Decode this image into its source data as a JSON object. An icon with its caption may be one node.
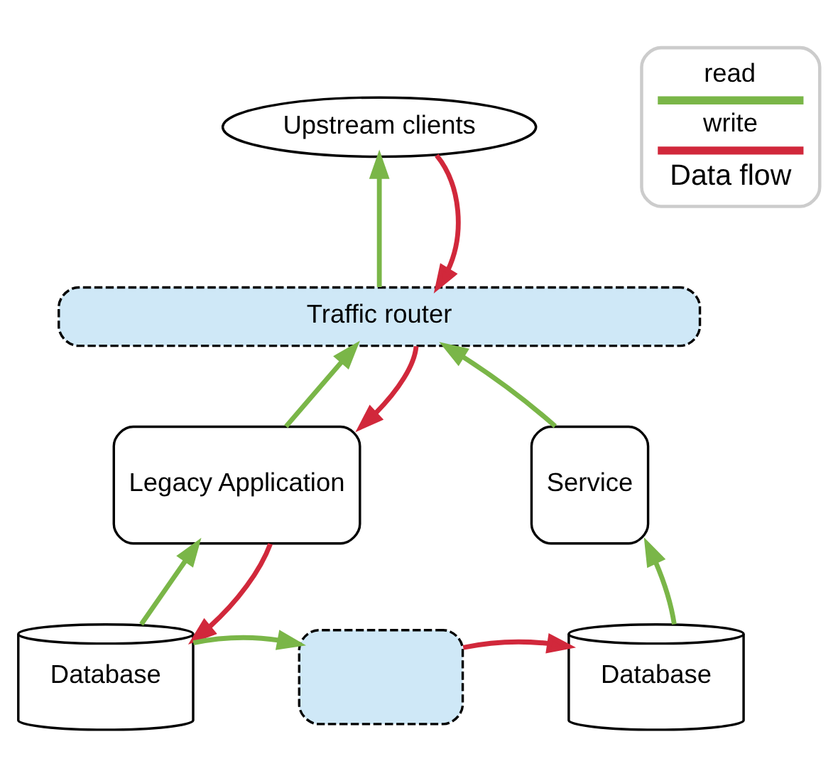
{
  "diagram": {
    "nodes": [
      {
        "text": [
          "Upstream clients"
        ]
      },
      {
        "text": [
          "Traffic router"
        ]
      },
      {
        "text": [
          "Legacy Application"
        ]
      },
      {
        "text": [
          "Service"
        ]
      },
      {
        "text": [
          "Database"
        ]
      },
      {
        "text": [],
        "shape": "box"
      },
      {
        "text": [
          "Database"
        ]
      }
    ],
    "edges": [
      {
        "from": 1,
        "to": 0,
        "arrow": "to"
      },
      {
        "from": 0,
        "to": 1,
        "arrow": "to",
        "color": "#d1283b"
      },
      {
        "from": 2,
        "to": 1,
        "arrow": "to"
      },
      {
        "from": 1,
        "to": 2,
        "arrow": "to",
        "color": "#d1283b"
      },
      {
        "from": 3,
        "to": 1,
        "arrow": "to"
      },
      {
        "from": 4,
        "to": 2,
        "arrow": "to"
      },
      {
        "from": 2,
        "to": 4,
        "arrow": "to",
        "color": "#d1283b"
      },
      {
        "from": 6,
        "to": 3,
        "arrow": "to"
      },
      {
        "from": 4,
        "to": 5,
        "arrow": "to"
      },
      {
        "from": 5,
        "to": 6,
        "arrow": "to",
        "color": "#d1283b"
      }
    ],
    "labels": [
      "Data flow"
    ],
    "legend": [
      {
        "text": "read",
        "color": "#7ab648"
      },
      {
        "text": "write",
        "color": "#d1283b"
      }
    ]
  }
}
